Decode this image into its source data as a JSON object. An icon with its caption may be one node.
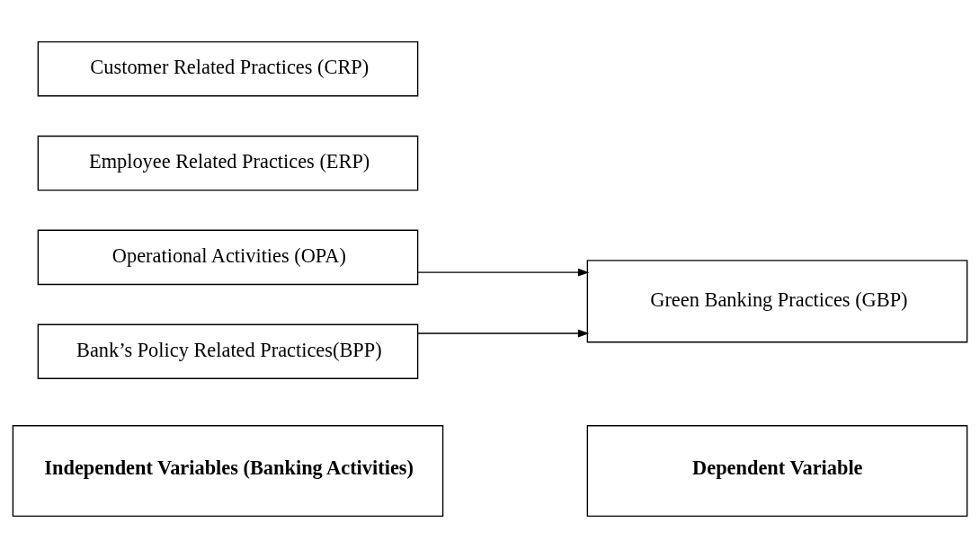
{
  "diagram": {
    "nodes": [
      {
        "text": [
          "Independent Variables (Banking Activities)"
        ]
      },
      {
        "text": [
          "Dependent Variable"
        ]
      },
      {
        "text": [
          "Operational Activities (OPA)"
        ]
      },
      {
        "text": [
          "Employee Related Practices (ERP)"
        ]
      },
      {
        "text": [
          "Customer Related Practices (CRP)"
        ]
      },
      {
        "text": [
          "Bank’s Policy Related Practices(BPP)"
        ]
      },
      {
        "text": [
          "Green Banking Practices (GBP)"
        ]
      }
    ],
    "edges": [
      {
        "from": 2,
        "to": 6,
        "arrow": "to"
      },
      {
        "from": 5,
        "to": 6,
        "arrow": "to"
      }
    ]
  }
}
